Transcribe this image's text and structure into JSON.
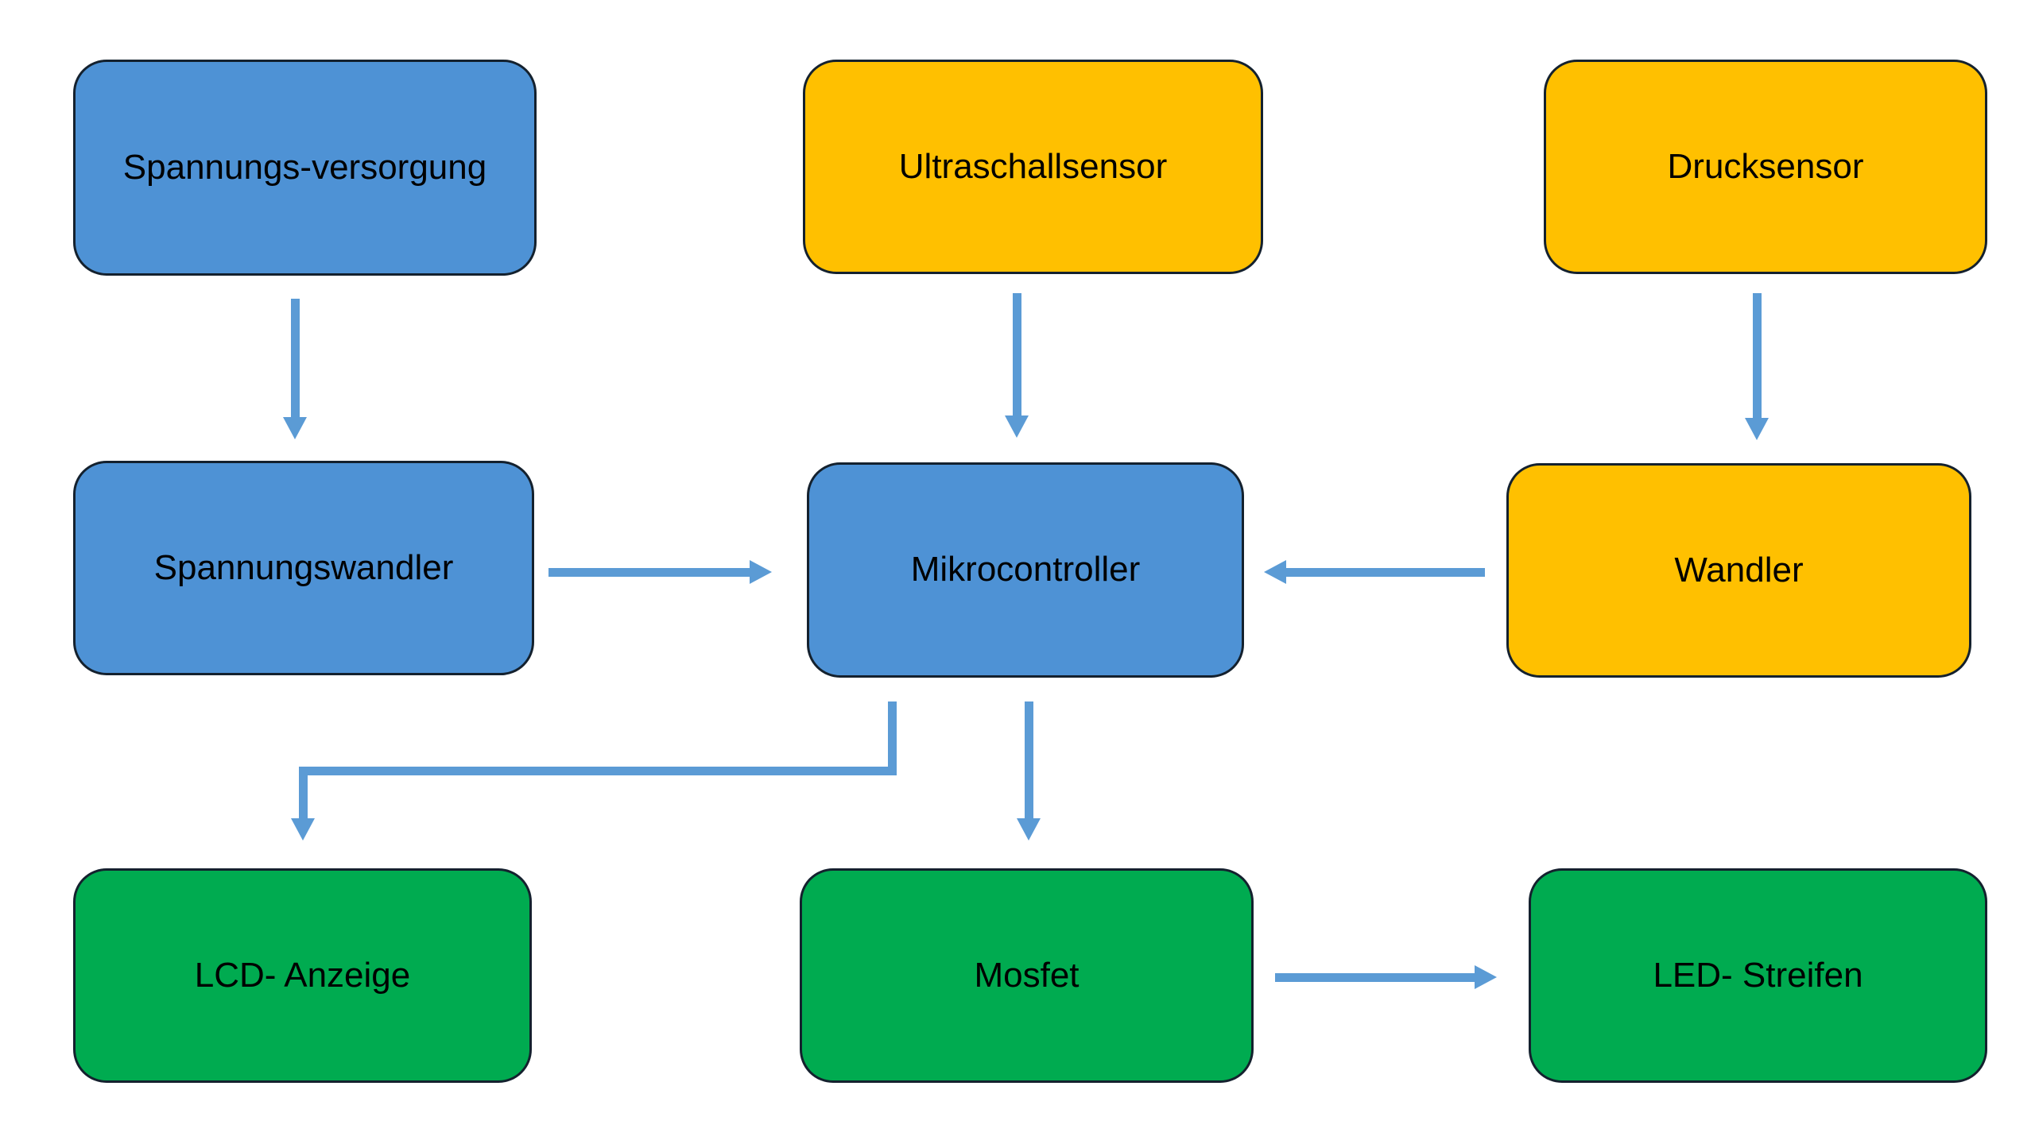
{
  "diagram": {
    "nodes": [
      {
        "id": "spannungs-versorgung",
        "label": "Spannungs-versorgung",
        "fill": "#4E92D5",
        "fill_name": "blue"
      },
      {
        "id": "ultraschallsensor",
        "label": "Ultraschallsensor",
        "fill": "#FFC000",
        "fill_name": "yellow"
      },
      {
        "id": "drucksensor",
        "label": "Drucksensor",
        "fill": "#FFC000",
        "fill_name": "yellow"
      },
      {
        "id": "spannungswandler",
        "label": "Spannungswandler",
        "fill": "#4E92D5",
        "fill_name": "blue"
      },
      {
        "id": "mikrocontroller",
        "label": "Mikrocontroller",
        "fill": "#4E92D5",
        "fill_name": "blue"
      },
      {
        "id": "wandler",
        "label": "Wandler",
        "fill": "#FFC000",
        "fill_name": "yellow"
      },
      {
        "id": "lcd-anzeige",
        "label": "LCD- Anzeige",
        "fill": "#00AB50",
        "fill_name": "green"
      },
      {
        "id": "mosfet",
        "label": "Mosfet",
        "fill": "#00AB50",
        "fill_name": "green"
      },
      {
        "id": "led-streifen",
        "label": "LED- Streifen",
        "fill": "#00AB50",
        "fill_name": "green"
      }
    ],
    "edges": [
      {
        "from": "spannungs-versorgung",
        "to": "spannungswandler",
        "direction": "down"
      },
      {
        "from": "ultraschallsensor",
        "to": "mikrocontroller",
        "direction": "down"
      },
      {
        "from": "drucksensor",
        "to": "wandler",
        "direction": "down"
      },
      {
        "from": "spannungswandler",
        "to": "mikrocontroller",
        "direction": "right"
      },
      {
        "from": "wandler",
        "to": "mikrocontroller",
        "direction": "left"
      },
      {
        "from": "mikrocontroller",
        "to": "lcd-anzeige",
        "direction": "down-left-elbow"
      },
      {
        "from": "mikrocontroller",
        "to": "mosfet",
        "direction": "down"
      },
      {
        "from": "mosfet",
        "to": "led-streifen",
        "direction": "right"
      }
    ],
    "colors": {
      "blue": "#4E92D5",
      "yellow": "#FFC000",
      "green": "#00AB50",
      "arrow": "#5B9BD5",
      "border": "#14212E",
      "text": "#000000",
      "background": "#FFFFFF"
    }
  }
}
